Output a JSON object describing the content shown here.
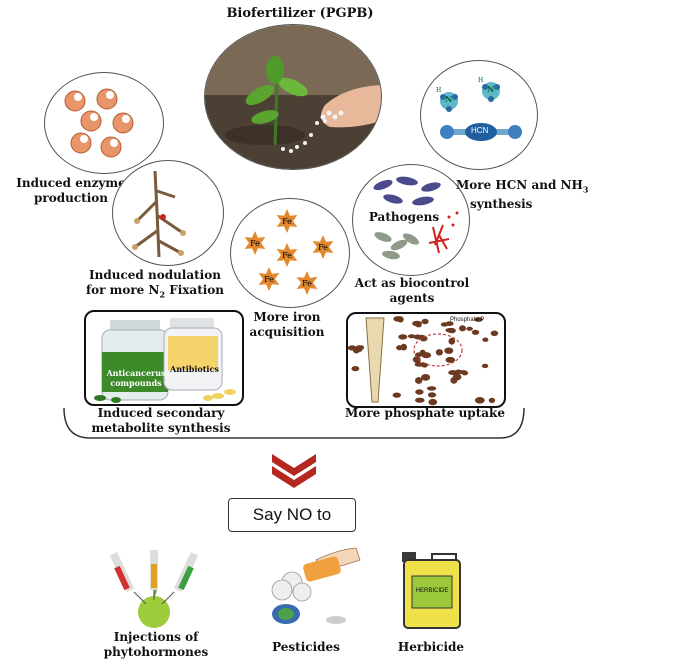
{
  "title": "Biofertilizer (PGPB)",
  "labels": {
    "enzyme": "Induced enzyme production",
    "nodulation_line1": "Induced nodulation",
    "nodulation_pre": "for more N",
    "nodulation_sub": "2",
    "nodulation_post": " Fixation",
    "iron_line1": "More iron",
    "iron_line2": "acquisition",
    "hcn_line1": "More HCN and NH",
    "hcn_sub": "3",
    "hcn_line2": "synthesis",
    "biocontrol_line1": "Act as biocontrol",
    "biocontrol_line2": "agents",
    "pathogens": "Pathogens",
    "secondary_line1": "Induced secondary",
    "secondary_line2": "metabolite synthesis",
    "phosphate": "More phosphate uptake",
    "phosphate_inner": "Phosphate P",
    "anticancer_line1": "Anticancerus",
    "anticancer_line2": "compounds",
    "antibiotics": "Antibiotics",
    "hcn_molecule": "HCN",
    "fe": "Fe",
    "n_atom": "N",
    "h_atom": "H"
  },
  "say_no": "Say NO to",
  "bottom": {
    "injections_line1": "Injections of",
    "injections_line2": "phytohormones",
    "pesticides": "Pesticides",
    "herbicide": "Herbicide",
    "herbicide_can": "HERBICIDE"
  },
  "colors": {
    "arrow": "#b5281f",
    "iron_star": "#e2892e",
    "bottle_green": "#3c8a2a",
    "pill_yellow": "#f3d36a",
    "soil": "#6b3a20",
    "herbicide_can": "#f0e04a"
  }
}
